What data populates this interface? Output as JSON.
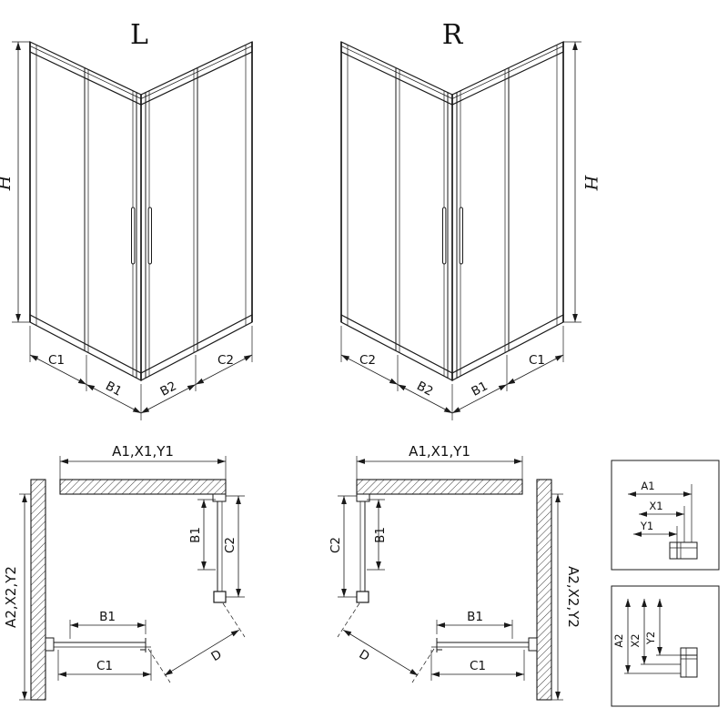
{
  "perspective_left": {
    "variant_label": "L",
    "height_label": "H",
    "bottom_dims": [
      "C1",
      "B1",
      "B2",
      "C2"
    ]
  },
  "perspective_right": {
    "variant_label": "R",
    "height_label": "H",
    "bottom_dims": [
      "C2",
      "B2",
      "B1",
      "C1"
    ]
  },
  "plan_left": {
    "width_label": "A1,X1,Y1",
    "depth_label": "A2,X2,Y2",
    "side_door_label": "B1",
    "side_fixed_label": "C2",
    "bottom_door_label": "B1",
    "bottom_fixed_label": "C1",
    "diagonal_label": "D"
  },
  "plan_right": {
    "width_label": "A1,X1,Y1",
    "depth_label": "A2,X2,Y2",
    "side_door_label": "B1",
    "side_fixed_label": "C2",
    "bottom_door_label": "B1",
    "bottom_fixed_label": "C1",
    "diagonal_label": "D"
  },
  "detail_width": {
    "labels": [
      "A1",
      "X1",
      "Y1"
    ]
  },
  "detail_depth": {
    "labels": [
      "A2",
      "X2",
      "Y2"
    ]
  }
}
